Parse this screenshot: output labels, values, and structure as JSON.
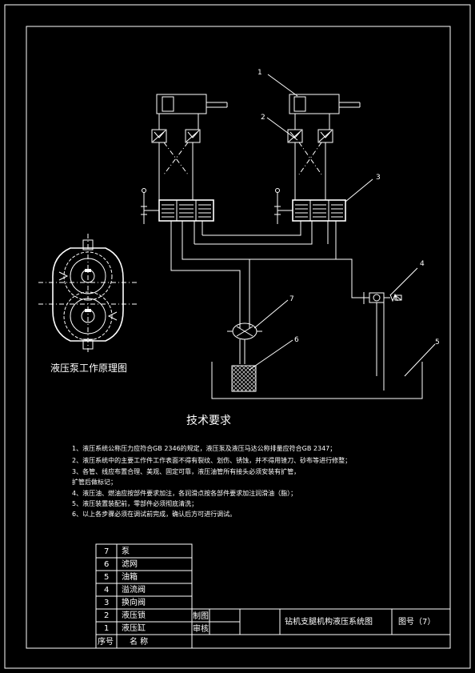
{
  "callouts": [
    "1",
    "2",
    "3",
    "4",
    "5",
    "6",
    "7"
  ],
  "pump_caption": "液压泵工作原理图",
  "tech_title": "技术要求",
  "tech_lines": [
    "1、液压系统公称压力应符合GB 2346的规定，液压泵及液压马达公称排量应符合GB 2347；",
    "2、液压系统中的主要工作件工作表面不得有裂纹、划伤、锈蚀，并不得用锉刀、砂布等进行修整；",
    "3、各管、线应布置合理、美观、固定可靠，液压油管所有接头必须安装有扩管，",
    "    扩管后做标记；",
    "4、液压油、燃油应按部件要求加注，各润滑点按各部件要求加注润滑油（脂）；",
    "5、液压装置装配前，零部件必须彻底清洗；",
    "6、以上各步骤必须在调试前完成，确认后方可进行调试。"
  ],
  "parts": [
    {
      "no": "7",
      "name": "泵"
    },
    {
      "no": "6",
      "name": "滤网"
    },
    {
      "no": "5",
      "name": "油箱"
    },
    {
      "no": "4",
      "name": "溢流阀"
    },
    {
      "no": "3",
      "name": "换向阀"
    },
    {
      "no": "2",
      "name": "液压锁"
    },
    {
      "no": "1",
      "name": "液压缸"
    }
  ],
  "header_no": "序号",
  "header_name": "名    称",
  "drawn_label": "制图",
  "checked_label": "审核",
  "drawing_title": "钻机支腿机构液压系统图",
  "drawing_number": "图号（7）"
}
